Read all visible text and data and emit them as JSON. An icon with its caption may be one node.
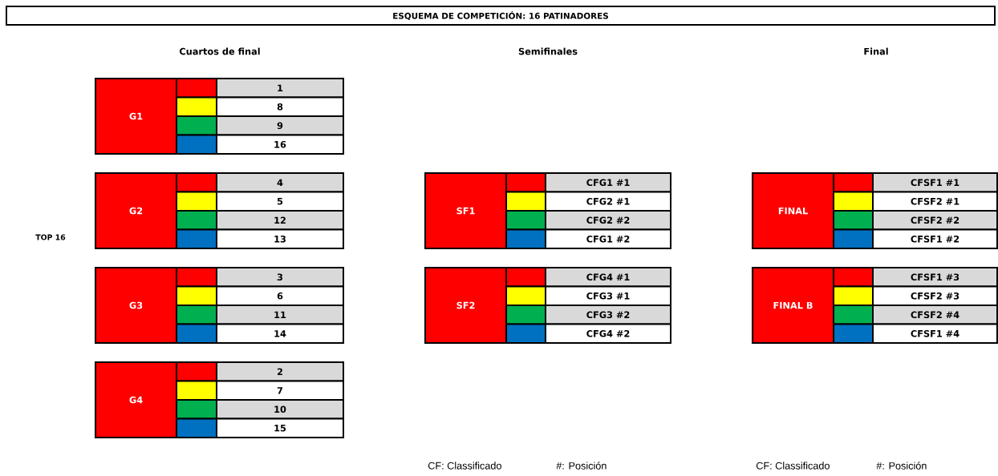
{
  "diagram": {
    "title": "ESQUEMA DE COMPETICIÓN: 16 PATINADORES",
    "nodes": [
      {
        "text": [
          "G1"
        ]
      },
      {
        "text": [
          "1"
        ]
      },
      {
        "text": [
          "8"
        ]
      },
      {
        "text": [
          "9"
        ]
      },
      {
        "text": [
          "16"
        ]
      },
      {
        "text": [
          "G2"
        ]
      },
      {
        "text": [
          "4"
        ]
      },
      {
        "text": [
          "5"
        ]
      },
      {
        "text": [
          "12"
        ]
      },
      {
        "text": [
          "13"
        ]
      },
      {
        "text": [
          "SF1"
        ]
      },
      {
        "text": [
          "CFG1 #1"
        ]
      },
      {
        "text": [
          "CFG2 #1"
        ]
      },
      {
        "text": [
          "CFG2 #2"
        ]
      },
      {
        "text": [
          "CFG1 #2"
        ]
      },
      {
        "text": [
          "FINAL"
        ]
      },
      {
        "text": [
          "CFSF1 #1"
        ]
      },
      {
        "text": [
          "CFSF2 #1"
        ]
      },
      {
        "text": [
          "CFSF2 #2"
        ]
      },
      {
        "text": [
          "CFSF1 #2"
        ]
      },
      {
        "text": [
          "G3"
        ]
      },
      {
        "text": [
          "3"
        ]
      },
      {
        "text": [
          "6"
        ]
      },
      {
        "text": [
          "11"
        ]
      },
      {
        "text": [
          "14"
        ]
      },
      {
        "text": [
          "SF2"
        ]
      },
      {
        "text": [
          "CFG4 #1"
        ]
      },
      {
        "text": [
          "CFG3 #1"
        ]
      },
      {
        "text": [
          "CFG3 #2"
        ]
      },
      {
        "text": [
          "CFG4 #2"
        ]
      },
      {
        "text": [
          "FINAL B"
        ]
      },
      {
        "text": [
          "CFSF1 #3"
        ]
      },
      {
        "text": [
          "CFSF2 #3"
        ]
      },
      {
        "text": [
          "CFSF2 #4"
        ]
      },
      {
        "text": [
          "CFSF1 #4"
        ]
      },
      {
        "text": [
          "G4"
        ]
      },
      {
        "text": [
          "2"
        ]
      },
      {
        "text": [
          "7"
        ]
      },
      {
        "text": [
          "10"
        ]
      },
      {
        "text": [
          "15"
        ]
      }
    ],
    "labels": [
      "Cuartos de final",
      "Semifinales",
      "Final",
      "TOP 16",
      "CF: Classificado",
      "#: Posición",
      "CF: Classificado",
      "#: Posición"
    ]
  }
}
